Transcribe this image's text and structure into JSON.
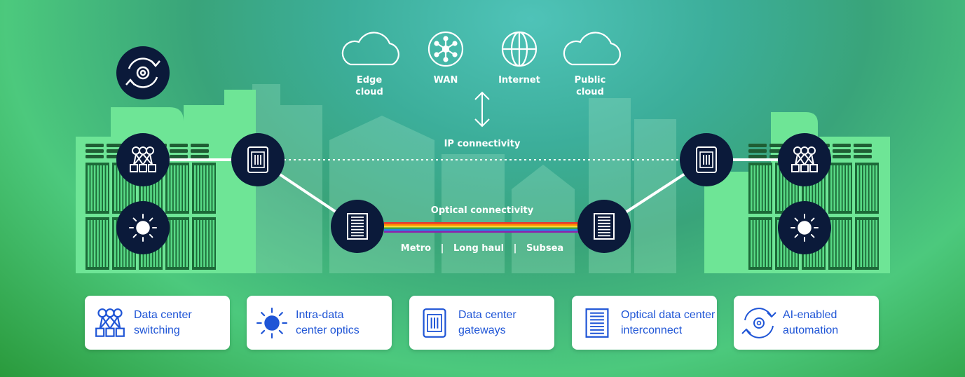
{
  "sources": [
    {
      "icon": "cloud-icon",
      "label": "Edge\ncloud"
    },
    {
      "icon": "wan-icon",
      "label": "WAN"
    },
    {
      "icon": "globe-icon",
      "label": "Internet"
    },
    {
      "icon": "cloud-icon",
      "label": "Public\ncloud"
    }
  ],
  "connections": {
    "ip": "IP connectivity",
    "optical": "Optical connectivity",
    "segments": "Metro   |   Long haul   |   Subsea"
  },
  "legend": [
    {
      "icon": "switching-icon",
      "label": "Data center\nswitching"
    },
    {
      "icon": "sun-icon",
      "label": "Intra-data\ncenter optics"
    },
    {
      "icon": "gateway-icon",
      "label": "Data center\ngateways"
    },
    {
      "icon": "interconnect-icon",
      "label": "Optical data center\ninterconnect"
    },
    {
      "icon": "automation-icon",
      "label": "AI-enabled\nautomation"
    }
  ],
  "colors": {
    "node": "#0b1a3a",
    "building": "#6ee596",
    "legend_text": "#1f55d6",
    "rainbow": [
      "#e53935",
      "#fb8c00",
      "#fdd835",
      "#43a047",
      "#1e88e5",
      "#8e24aa"
    ]
  }
}
